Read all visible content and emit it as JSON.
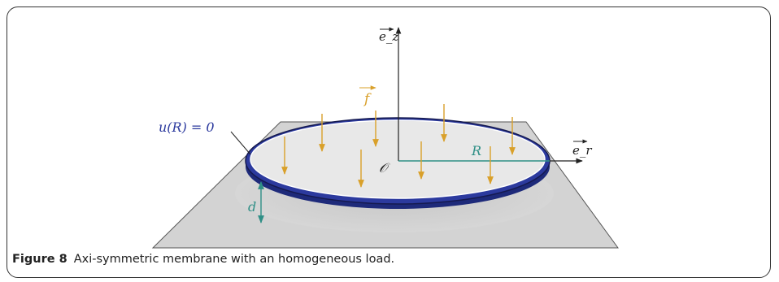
{
  "caption": {
    "label": "Figure 8",
    "text": "Axi-symmetric membrane with an homogeneous load."
  },
  "diagram": {
    "axis_z_label": "e_z",
    "axis_r_label": "e_r",
    "force_label": "f",
    "origin_label": "𝒪",
    "radius_label": "R",
    "depth_label": "d",
    "boundary_condition": "u(R) = 0",
    "colors": {
      "ring": "#2c3a9e",
      "ring_dark": "#151a50",
      "arrows": "#d9a02a",
      "radius": "#2f8f86",
      "plane": "#cfcfcf",
      "disc": "#e6e6e6",
      "shadow": "#d2d2d2"
    }
  }
}
